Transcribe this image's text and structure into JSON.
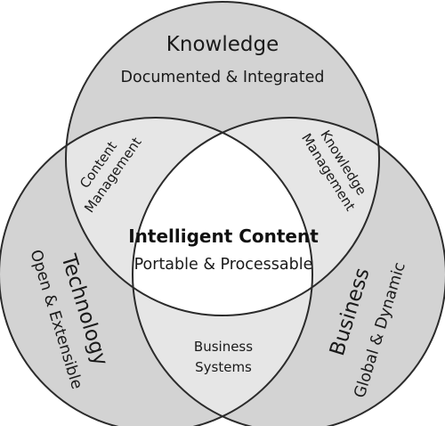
{
  "colors": {
    "outer_fill": "#d3d3d3",
    "pair_overlap_fill": "#e6e6e6",
    "center_fill": "#ffffff",
    "stroke": "#2b2b2b",
    "text": "#1a1a1a"
  },
  "circles": {
    "knowledge": {
      "title": "Knowledge",
      "subtitle": "Documented & Integrated"
    },
    "technology": {
      "title": "Technology",
      "subtitle": "Open & Extensible"
    },
    "business": {
      "title": "Business",
      "subtitle": "Global & Dynamic"
    }
  },
  "overlaps": {
    "knowledge_technology": {
      "line1": "Content",
      "line2": "Management"
    },
    "knowledge_business": {
      "line1": "Knowledge",
      "line2": "Management"
    },
    "technology_business": {
      "line1": "Business",
      "line2": "Systems"
    }
  },
  "center": {
    "title": "Intelligent Content",
    "subtitle": "Portable & Processable"
  }
}
